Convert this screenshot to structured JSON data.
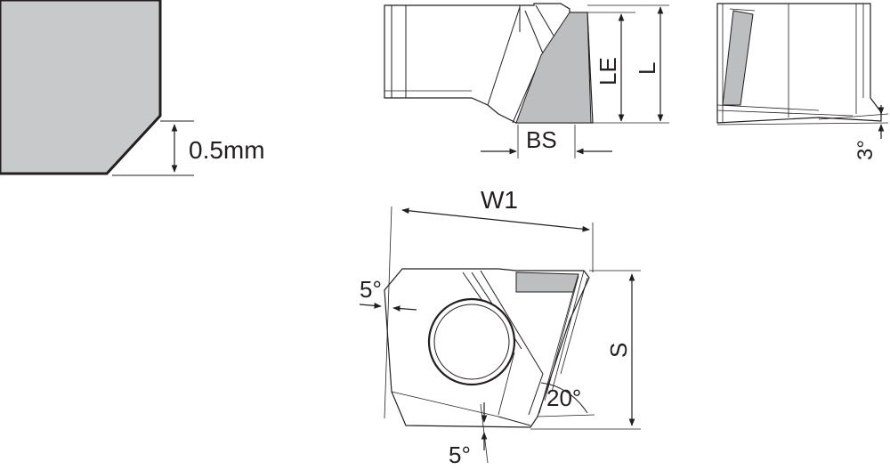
{
  "detail_view": {
    "dimension": "0.5mm"
  },
  "side_view": {
    "dim_le": "LE",
    "dim_l": "L",
    "dim_bs": "BS"
  },
  "end_view": {
    "angle_clearance": "3°"
  },
  "top_view": {
    "dim_w1": "W1",
    "dim_s": "S",
    "angle_top": "5°",
    "angle_bottom": "5°",
    "angle_chip": "20°"
  },
  "colors": {
    "line": "#231f20",
    "insert_fill": "#c8c9cb",
    "carbide_fill": "#bcbec0",
    "background": "#ffffff"
  }
}
